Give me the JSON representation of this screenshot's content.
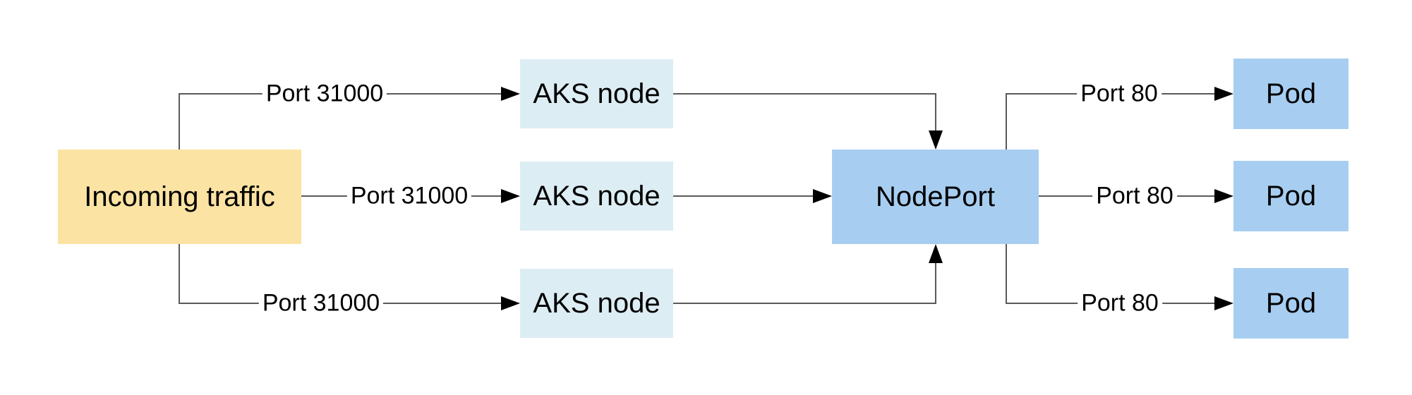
{
  "diagram": {
    "type": "flow-diagram",
    "background": "#FFFFFF",
    "colors": {
      "incoming_traffic_fill": "#FBE3A3",
      "aks_node_fill": "#DDEDF4",
      "nodeport_fill": "#A7CEF1",
      "pod_fill": "#A7CEF1",
      "line": "#595959",
      "arrowhead": "#000000",
      "text": "#000000"
    },
    "boxes": {
      "incoming_traffic": {
        "label": "Incoming traffic"
      },
      "aks_nodes": [
        {
          "label": "AKS node"
        },
        {
          "label": "AKS node"
        },
        {
          "label": "AKS node"
        }
      ],
      "nodeport": {
        "label": "NodePort"
      },
      "pods": [
        {
          "label": "Pod"
        },
        {
          "label": "Pod"
        },
        {
          "label": "Pod"
        }
      ]
    },
    "edge_labels": {
      "ingress": [
        {
          "label": "Port 31000"
        },
        {
          "label": "Port 31000"
        },
        {
          "label": "Port 31000"
        }
      ],
      "egress": [
        {
          "label": "Port 80"
        },
        {
          "label": "Port 80"
        },
        {
          "label": "Port 80"
        }
      ]
    }
  }
}
